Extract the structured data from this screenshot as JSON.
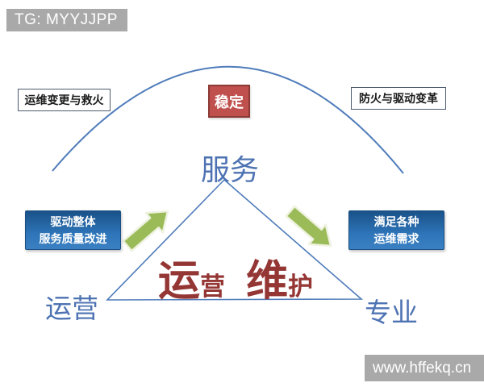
{
  "header": {
    "banner_text": "TG: MYYJJPP"
  },
  "footer": {
    "watermark_text": "www.hffekq.cn"
  },
  "arc_section": {
    "left_box_label": "运维变更与救火",
    "stability_box_label": "稳定",
    "right_box_label": "防火与驱动变革"
  },
  "triangle_section": {
    "apex_label": "服务",
    "left_vertex_label": "运营",
    "right_vertex_label": "专业",
    "center_text": {
      "big1": "运",
      "small1": "营",
      "big2": "维",
      "small2": "护"
    }
  },
  "callouts": {
    "left": {
      "line1": "驱动整体",
      "line2": "服务质量改进"
    },
    "right": {
      "line1": "满足各种",
      "line2": "运维需求"
    }
  },
  "icons": {
    "left_arrow": "arrow-up-right-icon",
    "right_arrow": "arrow-down-right-icon"
  },
  "colors": {
    "banner_bg": "#a9a9a9",
    "line_blue": "#4f7cba",
    "blue_text": "#4e73b3",
    "red_box_bg": "#c0504d",
    "red_box_border": "#8c3a35",
    "dark_red_text": "#943634",
    "green_arrow": "#9bbb59",
    "callout_bg_top": "#1a5188",
    "callout_bg_bottom": "#2e75b9"
  }
}
